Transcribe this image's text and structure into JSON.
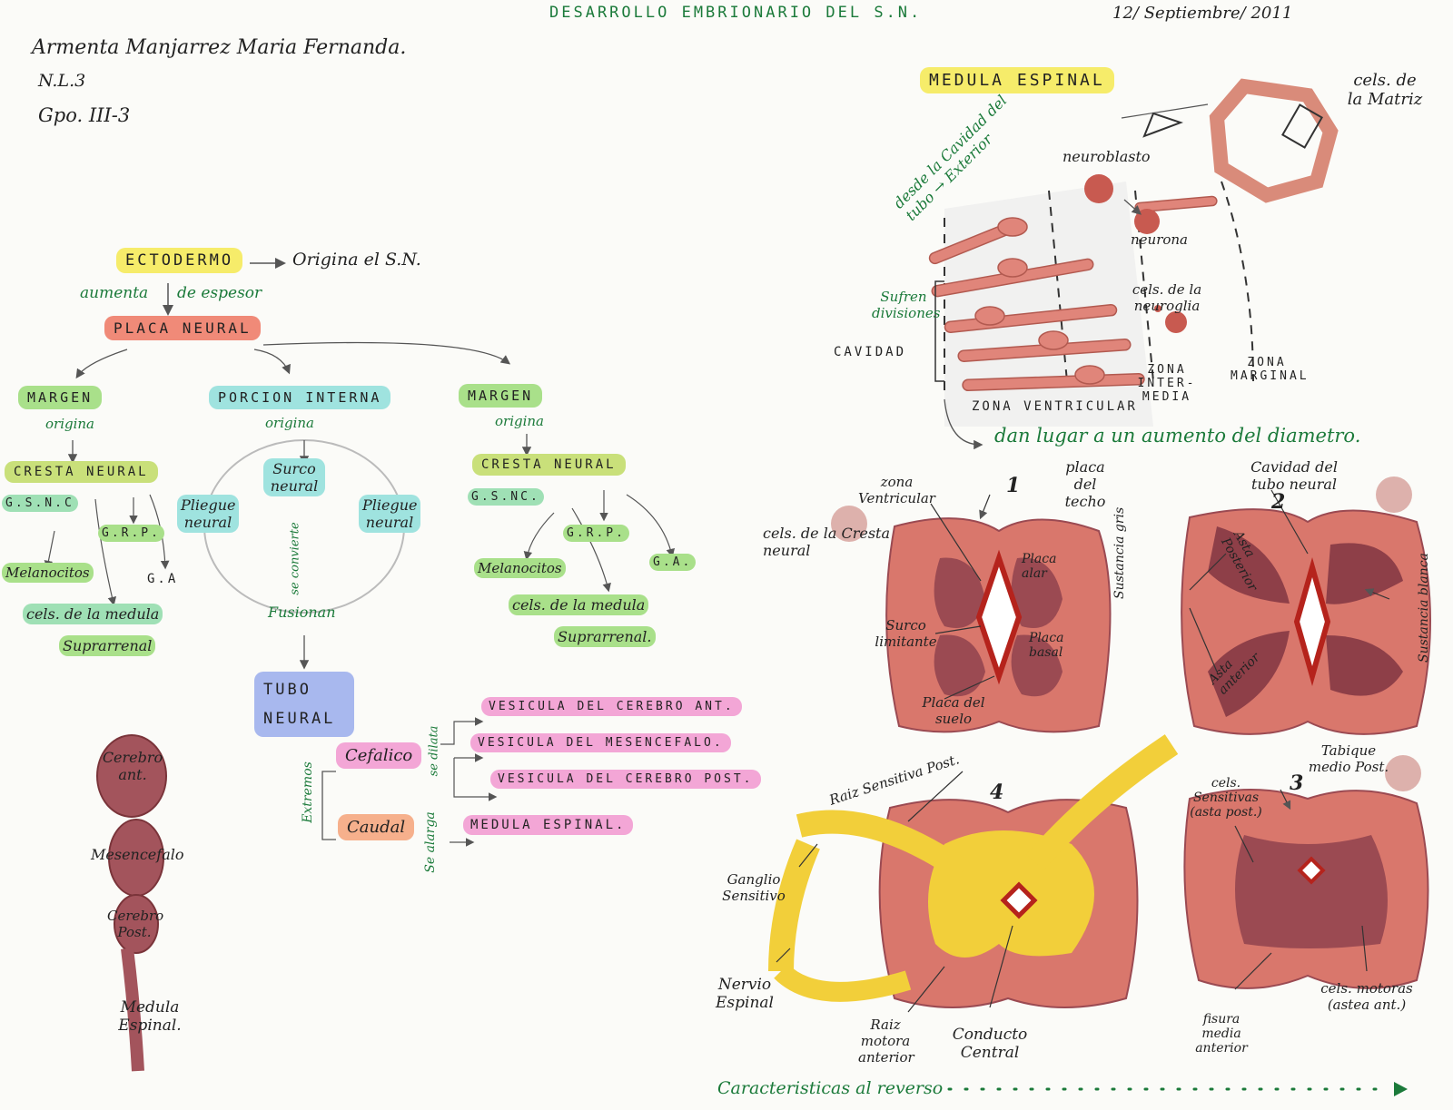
{
  "colors": {
    "yellow": "#f6ec6a",
    "salmon": "#f08a78",
    "green": "#a9e08a",
    "cyan": "#9fe3df",
    "blue": "#a8b8ee",
    "pink": "#f3a6d6",
    "orange": "#f6b08c",
    "maroon": "#8a3a3a",
    "red_tissue": "#d9776c",
    "dark_tissue": "#9b4a52",
    "gold": "#f2cf3a"
  },
  "header": {
    "title": "DESARROLLO EMBRIONARIO DEL S.N.",
    "date": "12/ Septiembre/ 2011",
    "author": "Armenta Manjarrez Maria Fernanda.",
    "nl": "N.L.3",
    "group": "Gpo. III-3"
  },
  "flow": {
    "ectodermo": "ECTODERMO",
    "origina_sn": "Origina el S.N.",
    "aumenta": "aumenta",
    "de_espesor": "de espesor",
    "placa_neural": "PLACA NEURAL",
    "margen_left": "MARGEN",
    "origina_left": "origina",
    "porcion_interna": "PORCION INTERNA",
    "origina_mid": "origina",
    "margen_right": "MARGEN",
    "origina_right": "origina",
    "cresta_left": "CRESTA NEURAL",
    "gsnc_left": "G.S.N.C",
    "grp_left": "G.R.P.",
    "melanocitos_left": "Melanocitos",
    "ga_left": "G.A",
    "cels_medula_left": "cels. de la medula",
    "suprarenal_left": "Suprarrenal",
    "pliegue_left": "Pliegue neural",
    "surco": "Surco neural",
    "pliegue_right": "Pliegue neural",
    "se_convierte": "se convierte",
    "fusionan": "Fusionan",
    "cresta_right": "CRESTA NEURAL",
    "gsnc_right": "G.S.NC.",
    "grp_right": "G.R.P.",
    "ga_right": "G.A.",
    "melanocitos_right": "Melanocitos",
    "cels_medula_right": "cels. de la medula",
    "suprarenal_right": "Suprarrenal.",
    "tubo_neural": "TUBO NEURAL",
    "extremos": "Extremos",
    "cefalico": "Cefalico",
    "se_dilata": "se dilata",
    "caudal": "Caudal",
    "se_alarga": "Se alarga",
    "vesicula_ant": "VESICULA DEL CEREBRO ANT.",
    "vesicula_mes": "VESICULA DEL MESENCEFALO.",
    "vesicula_post": "VESICULA DEL CEREBRO POST.",
    "medula_espinal_box": "MEDULA ESPINAL."
  },
  "brain": {
    "cerebro_ant": "Cerebro ant.",
    "mesencefalo": "Mesencefalo",
    "cerebro_post": "Cerebro Post.",
    "medula": "Medula Espinal."
  },
  "medula": {
    "title": "MEDULA ESPINAL",
    "cels_matriz": "cels. de la Matriz",
    "neuroblasto": "neuroblasto",
    "neurona": "neurona",
    "cels_neuroglia": "cels. de la neuroglia",
    "desde": "desde la Cavidad del tubo → Exterior",
    "sufren": "Sufren divisiones",
    "cavidad": "CAVIDAD",
    "zona_ventricular": "ZONA VENTRICULAR",
    "zona_intermedia": "ZONA INTER- MEDIA",
    "zona_marginal": "ZONA MARGINAL",
    "dan_lugar": "dan lugar a un aumento del diametro."
  },
  "sections": {
    "n1": "1",
    "n2": "2",
    "n3": "3",
    "n4": "4",
    "zona_ventricular": "zona Ventricular",
    "placa_techo": "placa del techo",
    "cels_cresta": "cels. de la Cresta neural",
    "placa_alar": "Placa alar",
    "surco_limitante": "Surco limitante",
    "placa_basal": "Placa basal",
    "placa_suelo": "Placa del suelo",
    "cavidad_tubo": "Cavidad del tubo neural",
    "sustancia_gris": "Sustancia gris",
    "asta_posterior": "Asta Posterior",
    "sustancia_blanca": "Sustancia blanca",
    "asta_anterior": "Asta anterior",
    "raiz_sensitiva": "Raiz Sensitiva Post.",
    "ganglio_sensitivo": "Ganglio Sensitivo",
    "nervio_espinal": "Nervio Espinal",
    "raiz_motora": "Raiz motora anterior",
    "conducto_central": "Conducto Central",
    "tabique": "Tabique medio Post.",
    "cels_sensitivas": "cels. Sensitivas (asta post.)",
    "cels_motoras": "cels. motoras (astea ant.)",
    "fisura": "fisura media anterior"
  },
  "footer": "Caracteristicas al reverso"
}
